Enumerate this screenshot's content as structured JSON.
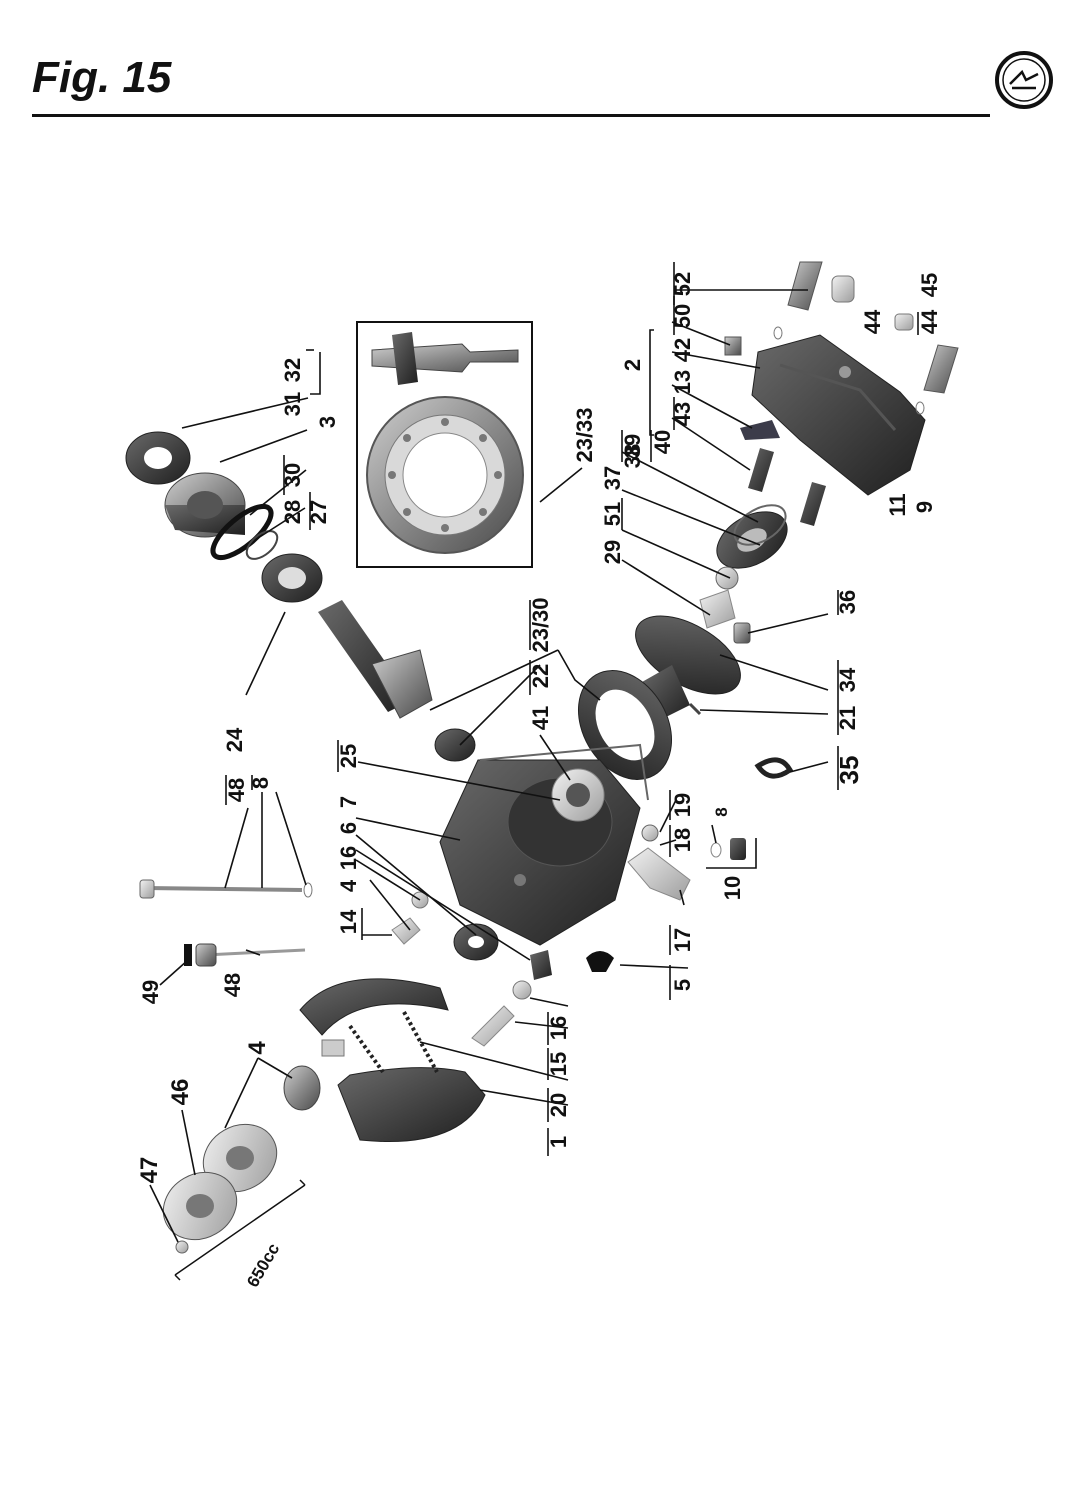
{
  "header": {
    "title": "Fig. 15",
    "logo_icon": "brand-emblem-icon"
  },
  "diagram": {
    "type": "exploded-parts-diagram",
    "orientation": "rotated-90",
    "labels": {
      "p52": "52",
      "p50": "50",
      "p42": "42",
      "p2": "2",
      "p13": "13",
      "p43": "43",
      "p40": "40",
      "p45": "45",
      "p44a": "44",
      "p44b": "44",
      "p11": "11",
      "p9": "9",
      "p32": "32",
      "p31": "31",
      "p30": "30",
      "p28": "28",
      "p27": "27",
      "p3": "3",
      "p2333": "23/33",
      "p38": "38",
      "p39": "39",
      "p37": "37",
      "p51": "51",
      "p29": "29",
      "p36": "36",
      "p34": "34",
      "p21": "21",
      "p35": "35",
      "p2330": "23/30",
      "p22": "22",
      "p41": "41",
      "p24": "24",
      "p25": "25",
      "p48a": "48",
      "p8a": "8",
      "p7": "7",
      "p6": "6",
      "p16a": "16",
      "p4a": "4",
      "p14": "14",
      "p19": "19",
      "p18": "18",
      "p8b": "8",
      "p10": "10",
      "p17": "17",
      "p5": "5",
      "p16b": "16",
      "p15": "15",
      "p20": "20",
      "p1": "1",
      "p49": "49",
      "p48b": "48",
      "p4b": "4",
      "p46": "46",
      "p47": "47",
      "p650": "650cc"
    }
  }
}
